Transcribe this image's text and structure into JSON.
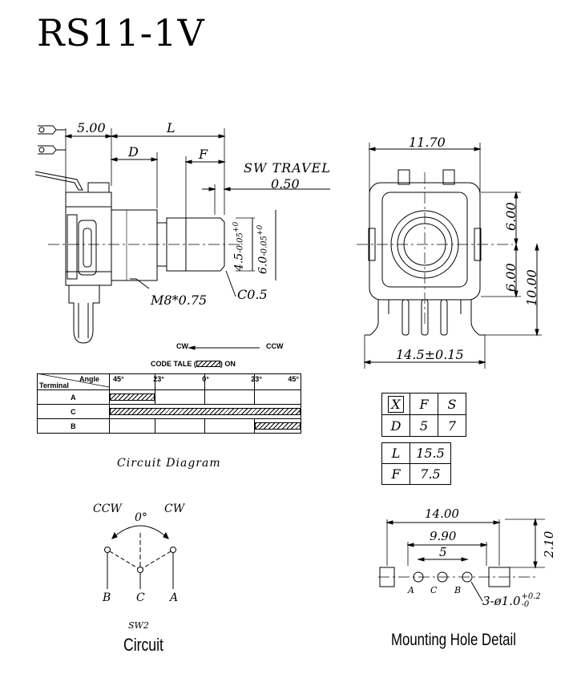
{
  "title": "RS11-1V",
  "side_view": {
    "dim_shaft_base": "5.00",
    "dim_L": "L",
    "dim_D": "D",
    "dim_F": "F",
    "sw_travel_label": "SW TRAVEL",
    "sw_travel_value": "0.50",
    "thread": "M8*0.75",
    "chamfer": "C0.5",
    "dia_inner": "4.5",
    "dia_inner_tol_upper": "+0",
    "dia_inner_tol_lower": "-0.05",
    "dia_outer": "6.0",
    "dia_outer_tol_upper": "+0",
    "dia_outer_tol_lower": "-0.05"
  },
  "front_view": {
    "width_top": "11.70",
    "half_upper": "6.00",
    "half_lower": "6.00",
    "height": "10.00",
    "width_bottom": "14.5±0.15"
  },
  "code_table": {
    "direction_left": "CW",
    "direction_right": "CCW",
    "caption_prefix": "CODE TALE (",
    "caption_suffix": ") ON",
    "angle_label": "Angle",
    "terminal_label": "Terminal",
    "angles": [
      "45°",
      "23°",
      "0°",
      "23°",
      "45°"
    ],
    "rows": [
      "A",
      "C",
      "B"
    ]
  },
  "spec_table_1": {
    "header": [
      "X",
      "F",
      "S"
    ],
    "row": [
      "D",
      "5",
      "7"
    ]
  },
  "spec_table_2": {
    "rows": [
      [
        "L",
        "15.5"
      ],
      [
        "F",
        "7.5"
      ]
    ]
  },
  "circuit_diagram_title": "Circuit Diagram",
  "circuit": {
    "ccw": "CCW",
    "cw": "CW",
    "angle": "0°",
    "terminals": [
      "B",
      "C",
      "A"
    ],
    "switch_label": "SW2",
    "caption": "Circuit"
  },
  "mounting": {
    "width_outer": "14.00",
    "width_inner": "9.90",
    "pitch": "5",
    "depth": "2.10",
    "terminals": [
      "A",
      "C",
      "B"
    ],
    "hole_spec": "3-ø1.0",
    "hole_tol_upper": "+0.2",
    "hole_tol_lower": "-0",
    "caption": "Mounting Hole Detail"
  }
}
